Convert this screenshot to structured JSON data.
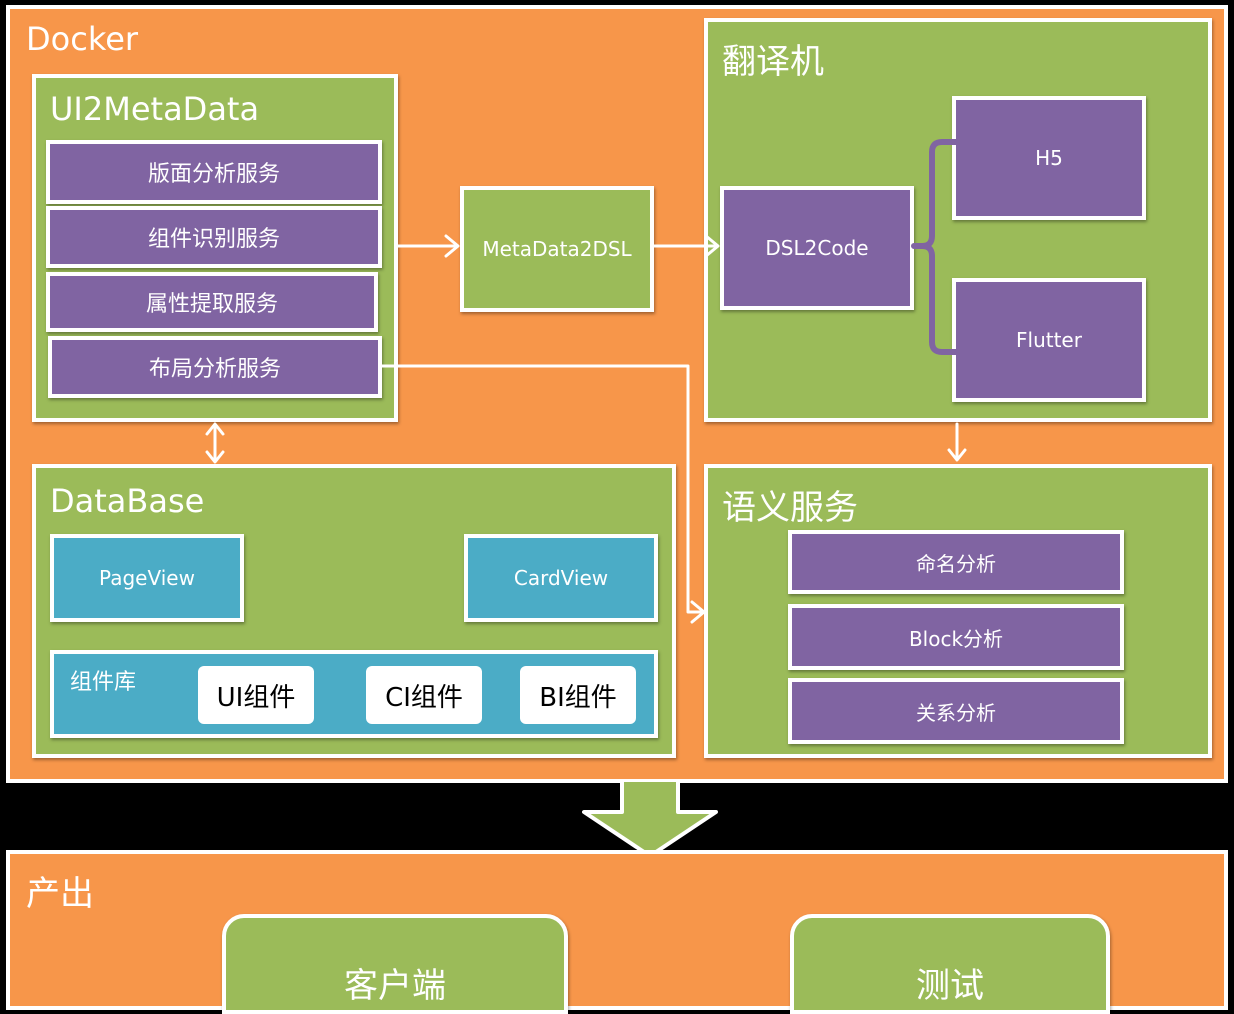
{
  "docker": {
    "title": "Docker",
    "ui2metadata": {
      "title": "UI2MetaData",
      "services": [
        "版面分析服务",
        "组件识别服务",
        "属性提取服务",
        "布局分析服务"
      ]
    },
    "metadata2dsl": "MetaData2DSL",
    "translator": {
      "title": "翻译机",
      "dsl2code": "DSL2Code",
      "targets": [
        "H5",
        "Flutter"
      ]
    },
    "database": {
      "title": "DataBase",
      "views": [
        "PageView",
        "CardView"
      ],
      "library": {
        "title": "组件库",
        "components": [
          "UI组件",
          "CI组件",
          "BI组件"
        ]
      }
    },
    "semantic": {
      "title": "语义服务",
      "items": [
        "命名分析",
        "Block分析",
        "关系分析"
      ]
    }
  },
  "output": {
    "title": "产出",
    "items": [
      "客户端",
      "测试"
    ]
  },
  "colors": {
    "orange": "#f7964a",
    "green": "#9bbb59",
    "purple": "#8064a2",
    "teal": "#4bacc6"
  }
}
